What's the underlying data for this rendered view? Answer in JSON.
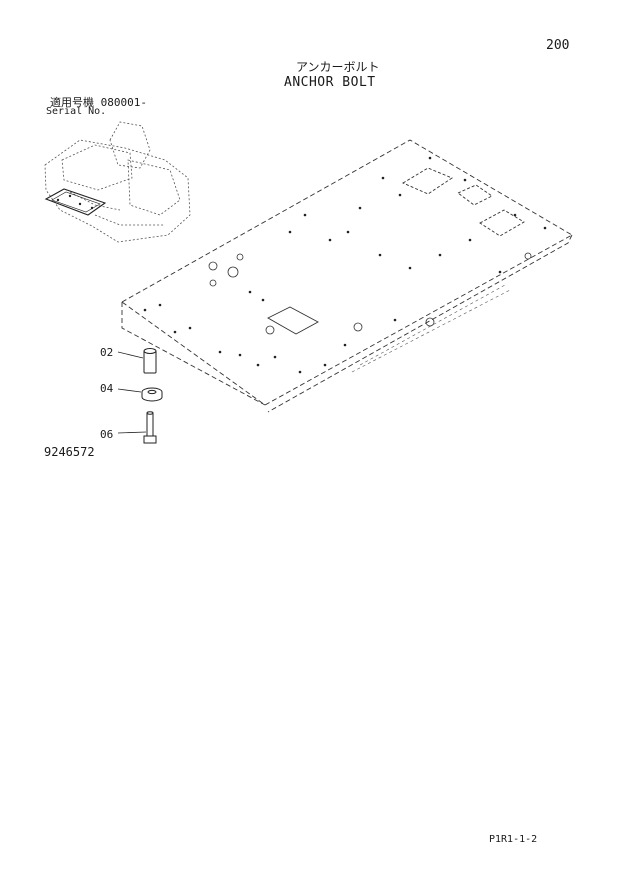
{
  "page_number": "200",
  "title_jp": "アンカーボルト",
  "title_en": "ANCHOR BOLT",
  "serial_label_jp": "適用号機  080001-",
  "serial_label_en": "Serial No.",
  "drawing_number": "9246572",
  "footer_code": "P1R1-1-2",
  "callouts": [
    {
      "id": "02",
      "label": "02"
    },
    {
      "id": "04",
      "label": "04"
    },
    {
      "id": "06",
      "label": "06"
    }
  ]
}
